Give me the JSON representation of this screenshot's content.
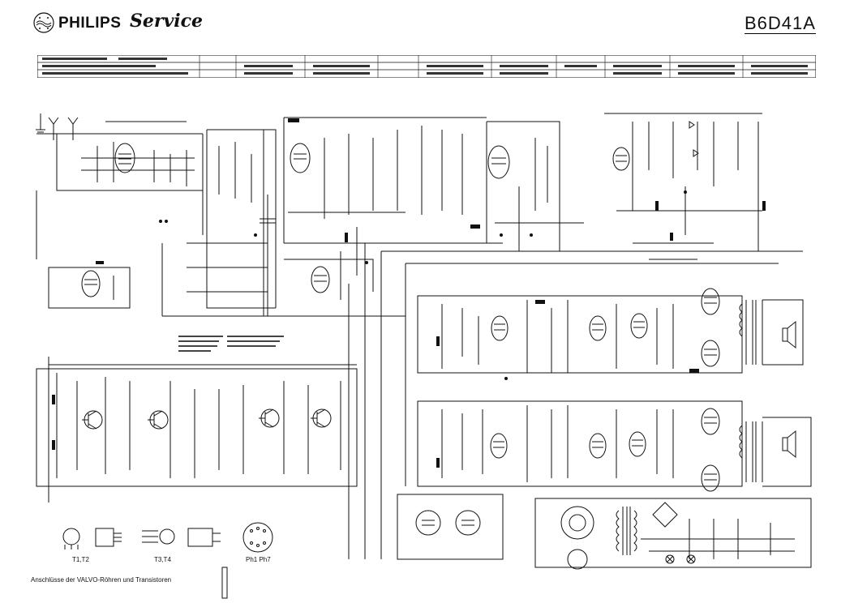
{
  "header": {
    "brand": "PHILIPS",
    "service_word": "Service",
    "model": "B6D41A"
  },
  "diagram_labels": {
    "transistor_pinout_1": "T1,T2",
    "transistor_pinout_2": "T3,T4",
    "connector_pinout": "Ph1 Ph7",
    "footer_caption": "Anschlüsse der VALVO-Röhren und Transistoren"
  },
  "colors": {
    "ink": "#111111",
    "paper": "#ffffff"
  },
  "icons": {
    "logo": "philips-shield-icon"
  }
}
